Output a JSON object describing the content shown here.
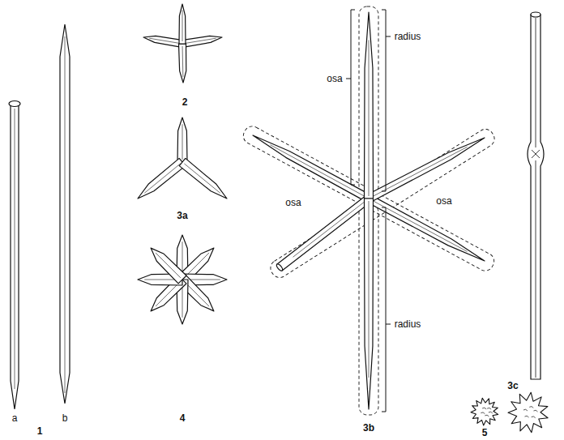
{
  "diagram": {
    "labels": [
      "a",
      "b",
      "1",
      "2",
      "3a",
      "4",
      "osa",
      "radius",
      "osa",
      "osa",
      "radius",
      "3b",
      "3c",
      "5"
    ]
  }
}
